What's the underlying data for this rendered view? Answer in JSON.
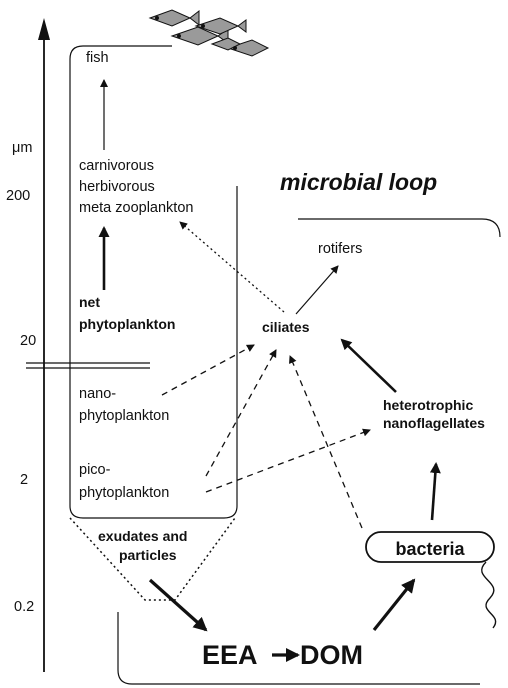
{
  "scale": {
    "unit": "μm",
    "ticks": [
      "200",
      "20",
      "2",
      "0.2"
    ]
  },
  "title": "microbial loop",
  "nodes": {
    "fish": "fish",
    "zoo_line1": "carnivorous",
    "zoo_line2": "herbivorous",
    "zoo_line3": "meta zooplankton",
    "net_line1": "net",
    "net_line2": "phytoplankton",
    "nano_line1": "nano-",
    "nano_line2": "phytoplankton",
    "pico_line1": "pico-",
    "pico_line2": "phytoplankton",
    "exudates_line1": "exudates and",
    "exudates_line2": "particles",
    "rotifers": "rotifers",
    "ciliates": "ciliates",
    "hnf_line1": "heterotrophic",
    "hnf_line2": "nanoflagellates",
    "bacteria": "bacteria",
    "eea": "EEA",
    "dom": "DOM"
  },
  "icons": {
    "fish_school": "fish-school-icon"
  },
  "colors": {
    "ink": "#111111",
    "background": "#ffffff"
  }
}
